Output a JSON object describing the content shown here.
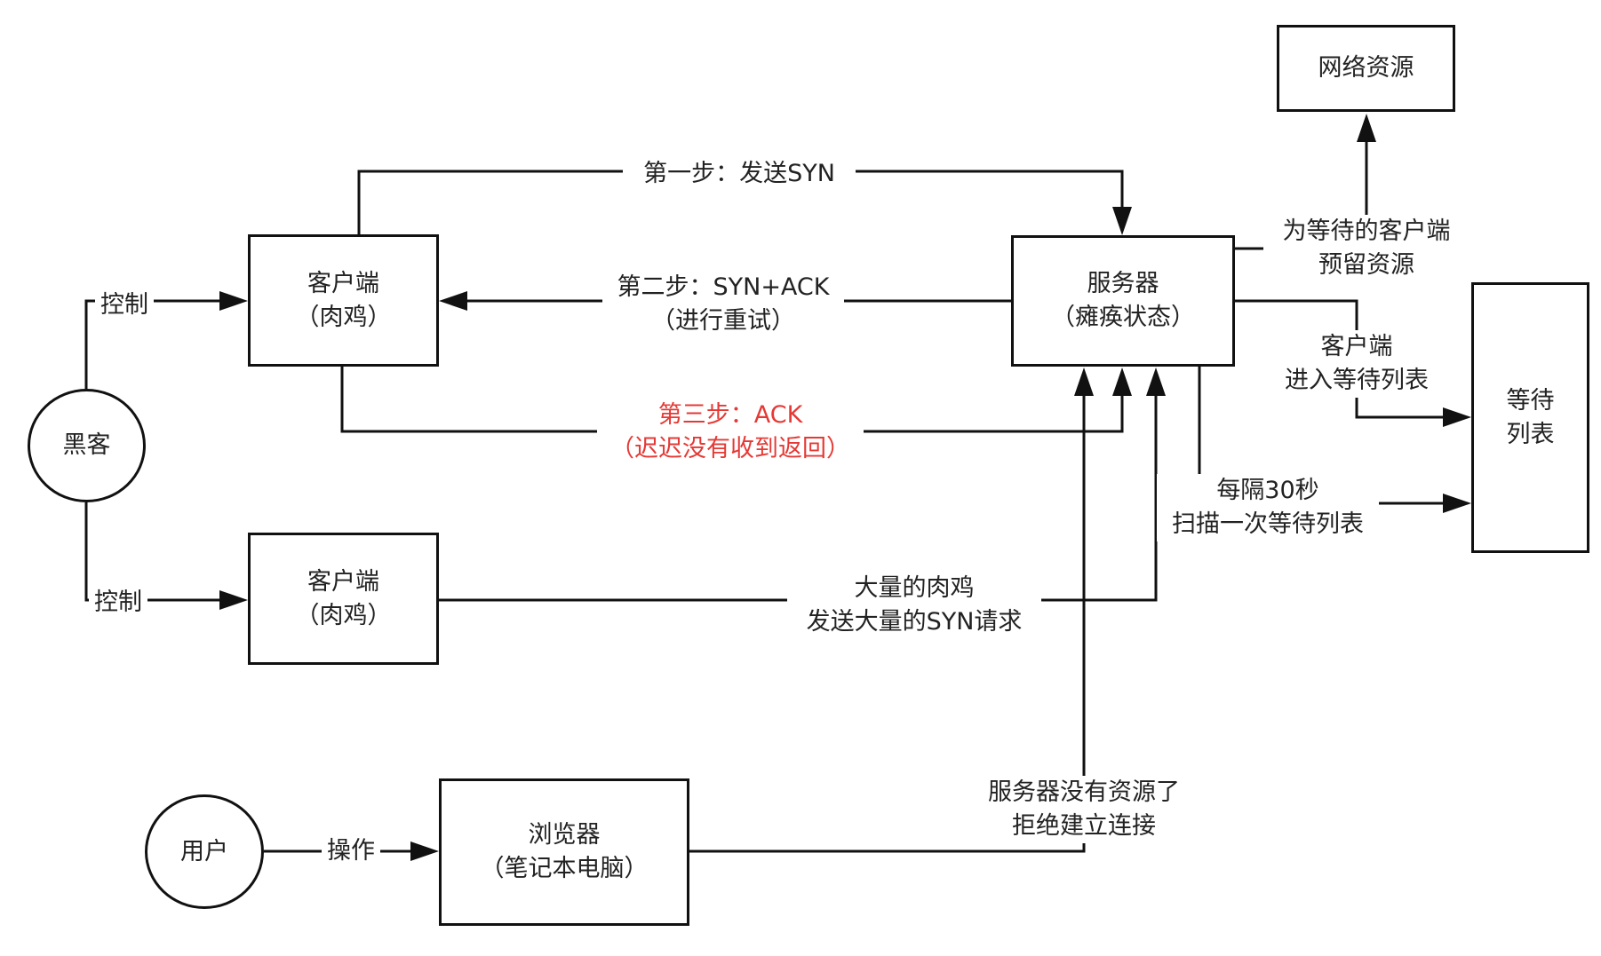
{
  "nodes": {
    "hacker": "黑客",
    "user": "用户",
    "client_top": {
      "line1": "客户端",
      "line2": "（肉鸡）"
    },
    "client_bottom": {
      "line1": "客户端",
      "line2": "（肉鸡）"
    },
    "server": {
      "line1": "服务器",
      "line2": "（瘫痪状态）"
    },
    "network_resource": "网络资源",
    "wait_list": {
      "line1": "等待",
      "line2": "列表"
    },
    "browser": {
      "line1": "浏览器",
      "line2": "（笔记本电脑）"
    }
  },
  "labels": {
    "control_top": "控制",
    "control_bottom": "控制",
    "operate": "操作",
    "step1": "第一步：发送SYN",
    "step2": {
      "line1": "第二步：SYN+ACK",
      "line2": "（进行重试）"
    },
    "step3": {
      "line1": "第三步：ACK",
      "line2": "（迟迟没有收到返回）"
    },
    "reserve": {
      "line1": "为等待的客户端",
      "line2": "预留资源"
    },
    "enter_wait": {
      "line1": "客户端",
      "line2": "进入等待列表"
    },
    "scan": {
      "line1": "每隔30秒",
      "line2": "扫描一次等待列表"
    },
    "mass_syn": {
      "line1": "大量的肉鸡",
      "line2": "发送大量的SYN请求"
    },
    "refuse": {
      "line1": "服务器没有资源了",
      "line2": "拒绝建立连接"
    }
  },
  "colors": {
    "line": "#111111",
    "text": "#222222",
    "highlight": "#e53935"
  }
}
